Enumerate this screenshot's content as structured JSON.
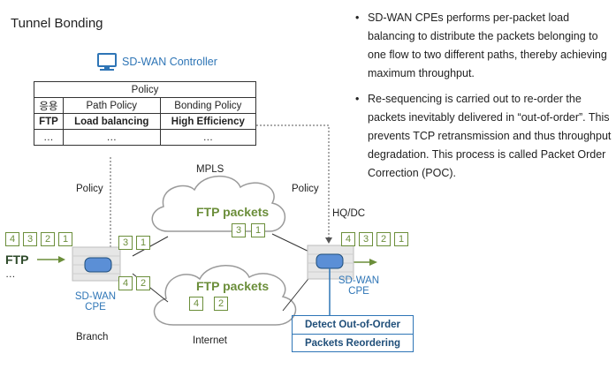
{
  "title": "Tunnel Bonding",
  "controller": {
    "label": "SD-WAN Controller",
    "icon": "monitor-icon"
  },
  "policy_table": {
    "header": "Policy",
    "columns": [
      "응용",
      "Path Policy",
      "Bonding Policy"
    ],
    "rows": [
      [
        "FTP",
        "Load balancing",
        "High Efficiency"
      ],
      [
        "…",
        "…",
        "…"
      ]
    ]
  },
  "labels": {
    "policy_left": "Policy",
    "policy_right": "Policy",
    "mpls": "MPLS",
    "internet": "Internet",
    "hq": "HQ/DC",
    "branch": "Branch",
    "ftp": "FTP",
    "ellipsis": "…"
  },
  "clouds": {
    "mpls_label": "FTP packets",
    "internet_label": "FTP packets"
  },
  "packets": {
    "input": [
      "4",
      "3",
      "2",
      "1"
    ],
    "branch_upper": [
      "3",
      "1"
    ],
    "branch_lower": [
      "4",
      "2"
    ],
    "mpls_cloud": [
      "3",
      "1"
    ],
    "internet_cloud": [
      "4",
      "2"
    ],
    "output": [
      "4",
      "3",
      "2",
      "1"
    ]
  },
  "cpe": {
    "branch_line1": "SD-WAN",
    "branch_line2": "CPE",
    "hq_line1": "SD-WAN",
    "hq_line2": "CPE"
  },
  "hq_functions": [
    "Detect Out-of-Order",
    "Packets Reordering"
  ],
  "bullets": [
    "SD-WAN CPEs performs per-packet load balancing to distribute the packets belonging to one flow to two different paths, thereby achieving maximum throughput.",
    "Re-sequencing is carried out to re-order the packets inevitably delivered in “out-of-order”. This prevents TCP retransmission and thus throughput degradation. This process is called Packet Order Correction (POC)."
  ],
  "colors": {
    "accent_blue": "#2e75b6",
    "packet_green": "#6b8e3a",
    "cloud_stroke": "#9a9a9a"
  }
}
